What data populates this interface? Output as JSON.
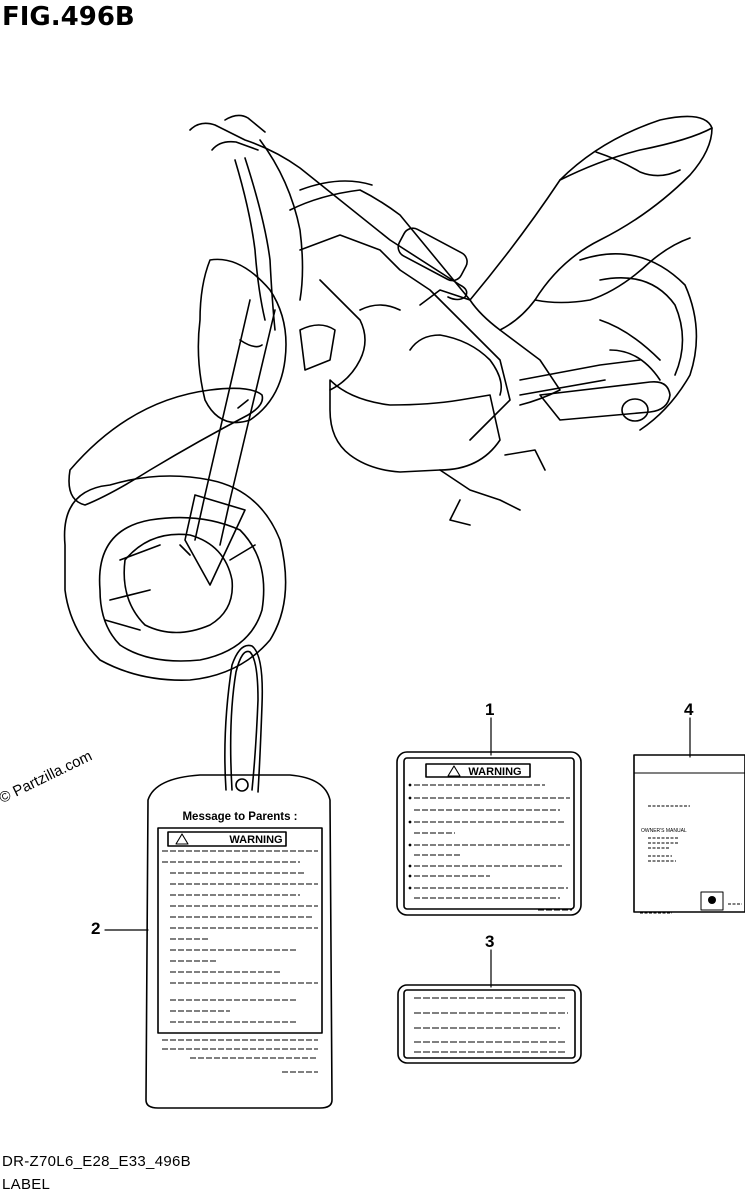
{
  "figure": {
    "title": "FIG.496B",
    "model_code": "DR-Z70L6_E28_E33_496B",
    "caption": "LABEL",
    "watermark": "© Partzilla.com"
  },
  "callouts": [
    "1",
    "2",
    "3",
    "4"
  ],
  "parts": {
    "tag_label": {
      "heading": "Message to Parents :",
      "warning": "WARNING"
    },
    "warning_label": {
      "warning": "WARNING"
    },
    "manual": {
      "text": "OWNER'S MANUAL"
    }
  }
}
